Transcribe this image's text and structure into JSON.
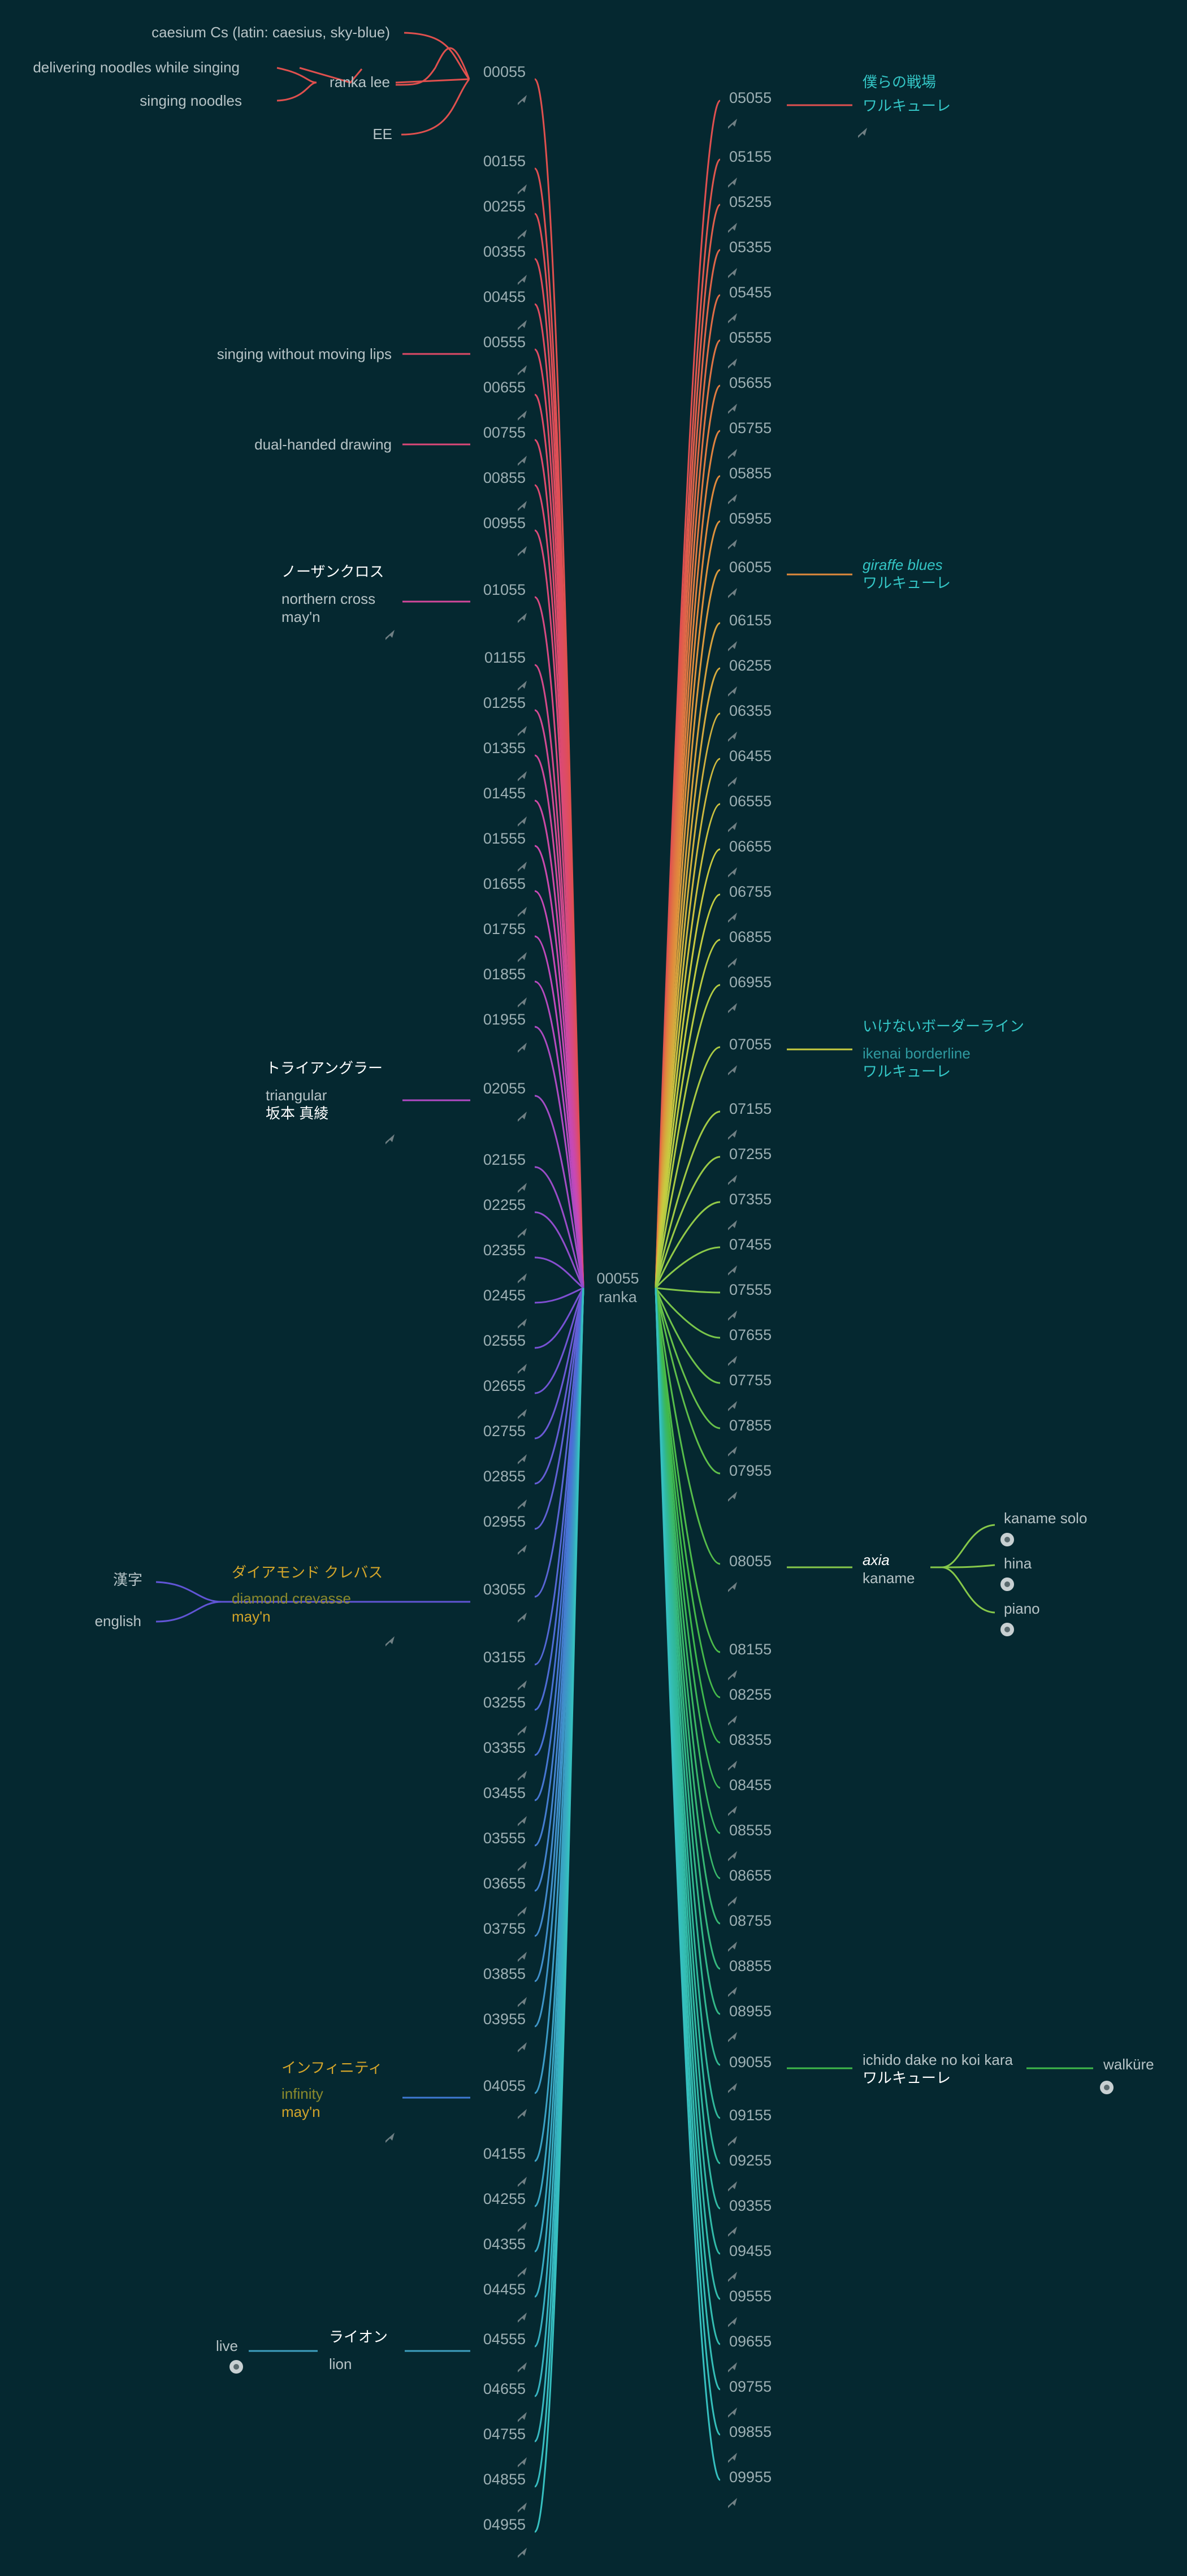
{
  "center": {
    "id": "00055",
    "label": "ranka"
  },
  "left_ids": [
    "00055",
    "00155",
    "00255",
    "00355",
    "00455",
    "00555",
    "00655",
    "00755",
    "00855",
    "00955",
    "01055",
    "01155",
    "01255",
    "01355",
    "01455",
    "01555",
    "01655",
    "01755",
    "01855",
    "01955",
    "02055",
    "02155",
    "02255",
    "02355",
    "02455",
    "02555",
    "02655",
    "02755",
    "02855",
    "02955",
    "03055",
    "03155",
    "03255",
    "03355",
    "03455",
    "03555",
    "03655",
    "03755",
    "03855",
    "03955",
    "04055",
    "04155",
    "04255",
    "04355",
    "04455",
    "04555",
    "04655",
    "04755",
    "04855",
    "04955"
  ],
  "right_ids": [
    "05055",
    "05155",
    "05255",
    "05355",
    "05455",
    "05555",
    "05655",
    "05755",
    "05855",
    "05955",
    "06055",
    "06155",
    "06255",
    "06355",
    "06455",
    "06555",
    "06655",
    "06755",
    "06855",
    "06955",
    "07055",
    "07155",
    "07255",
    "07355",
    "07455",
    "07555",
    "07655",
    "07755",
    "07855",
    "07955",
    "08055",
    "08155",
    "08255",
    "08355",
    "08455",
    "08555",
    "08655",
    "08755",
    "08855",
    "08955",
    "09055",
    "09155",
    "09255",
    "09355",
    "09455",
    "09555",
    "09655",
    "09755",
    "09855",
    "09955"
  ],
  "nodes": {
    "n00055": {
      "caesium": "caesium Cs (latin: caesius, sky-blue)",
      "delivering": "delivering noodles while singing",
      "singing_noodles": "singing noodles",
      "ranka_lee": "ranka lee",
      "ee": "EE"
    },
    "n00555": "singing without moving lips",
    "n00755": "dual-handed drawing",
    "n01055": {
      "title": "ノーザンクロス",
      "sub": "northern cross",
      "artist": "may'n"
    },
    "n02055": {
      "title": "トライアングラー",
      "sub": "triangular",
      "artist": "坂本 真綾"
    },
    "n03055": {
      "title": "ダイアモンド クレバス",
      "sub": "diamond crevasse",
      "artist": "may'n",
      "kanji": "漢字",
      "english": "english"
    },
    "n04055": {
      "title": "インフィニティ",
      "sub": "infinity",
      "artist": "may'n"
    },
    "n04555": {
      "title": "ライオン",
      "sub": "lion",
      "live": "live"
    },
    "n05055": {
      "title": "僕らの戦場",
      "artist": "ワルキューレ"
    },
    "n06055": {
      "title": "giraffe blues",
      "artist": "ワルキューレ"
    },
    "n07055": {
      "title": "いけないボーダーライン",
      "sub": "ikenai borderline",
      "artist": "ワルキューレ"
    },
    "n08055": {
      "title": "axia",
      "artist": "kaname",
      "solo": "kaname solo",
      "hina": "hina",
      "piano": "piano"
    },
    "n09055": {
      "title": "ichido dake no koi kara",
      "artist": "ワルキューレ",
      "walkure": "walküre"
    }
  }
}
